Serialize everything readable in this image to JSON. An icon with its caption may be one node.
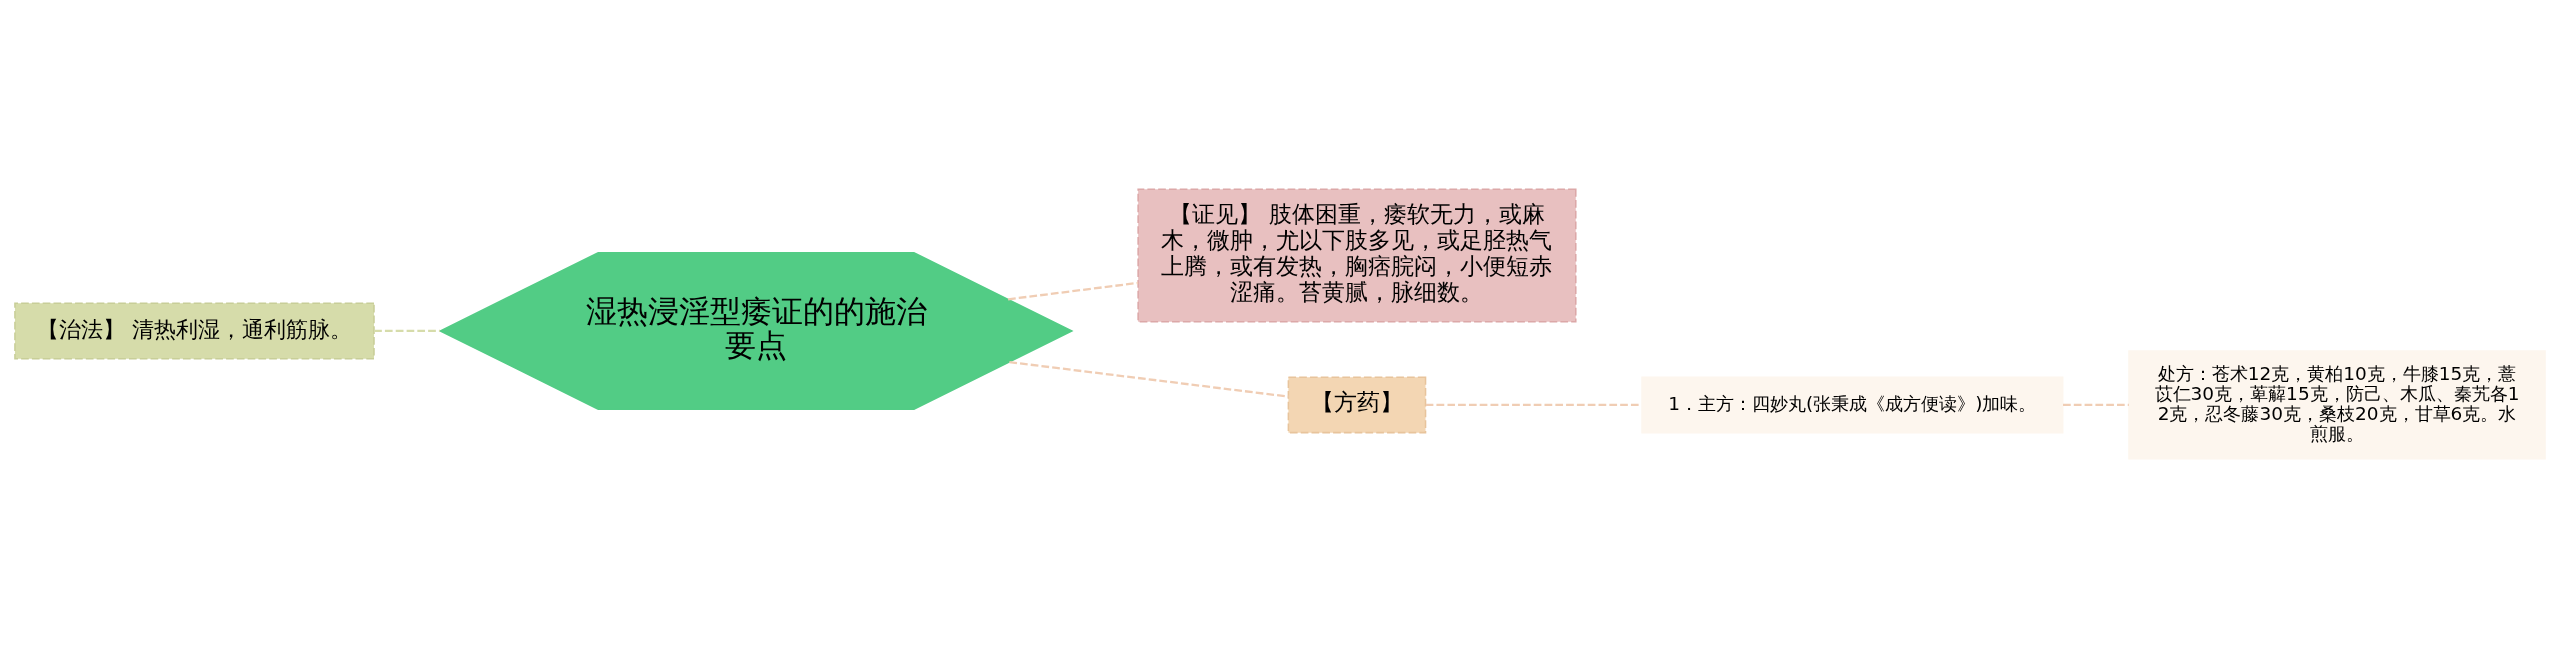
{
  "diagram": {
    "nodes": [
      {
        "text": [
          "湿热浸淫型痿证的的施治要点"
        ]
      },
      {
        "text": [
          "【治法】 清热利湿，通利筋脉。"
        ]
      },
      {
        "text": [
          "【证见】 肢体困重，痿软无力，或麻木，微肿，尤以下肢多见，或足胫热气上腾，或有发热，胸痞脘闷，小便短赤涩痛。苔黄腻，脉细数。"
        ]
      },
      {
        "text": [
          "【方药】"
        ]
      },
      {
        "text": [
          "1．主方：四妙丸(张秉成《成方便读》)加味。"
        ]
      },
      {
        "text": [
          "处方：苍术12克，黄柏10克，牛膝15克，薏苡仁30克，萆薢15克，防己、木瓜、秦艽各12克，忍冬藤30克，桑枝20克，甘草6克。水煎服。"
        ]
      }
    ],
    "edges": [
      {
        "from": 1,
        "to": 0,
        "arrow": "none",
        "style": "dashed",
        "color": "#d6dcaa"
      },
      {
        "from": 0,
        "to": 2,
        "arrow": "none",
        "style": "dashed"
      },
      {
        "from": 0,
        "to": 3,
        "arrow": "none",
        "style": "dashed"
      },
      {
        "from": 3,
        "to": 4,
        "arrow": "none",
        "style": "dashed"
      },
      {
        "from": 4,
        "to": 5,
        "arrow": "none",
        "style": "dashed"
      }
    ]
  }
}
